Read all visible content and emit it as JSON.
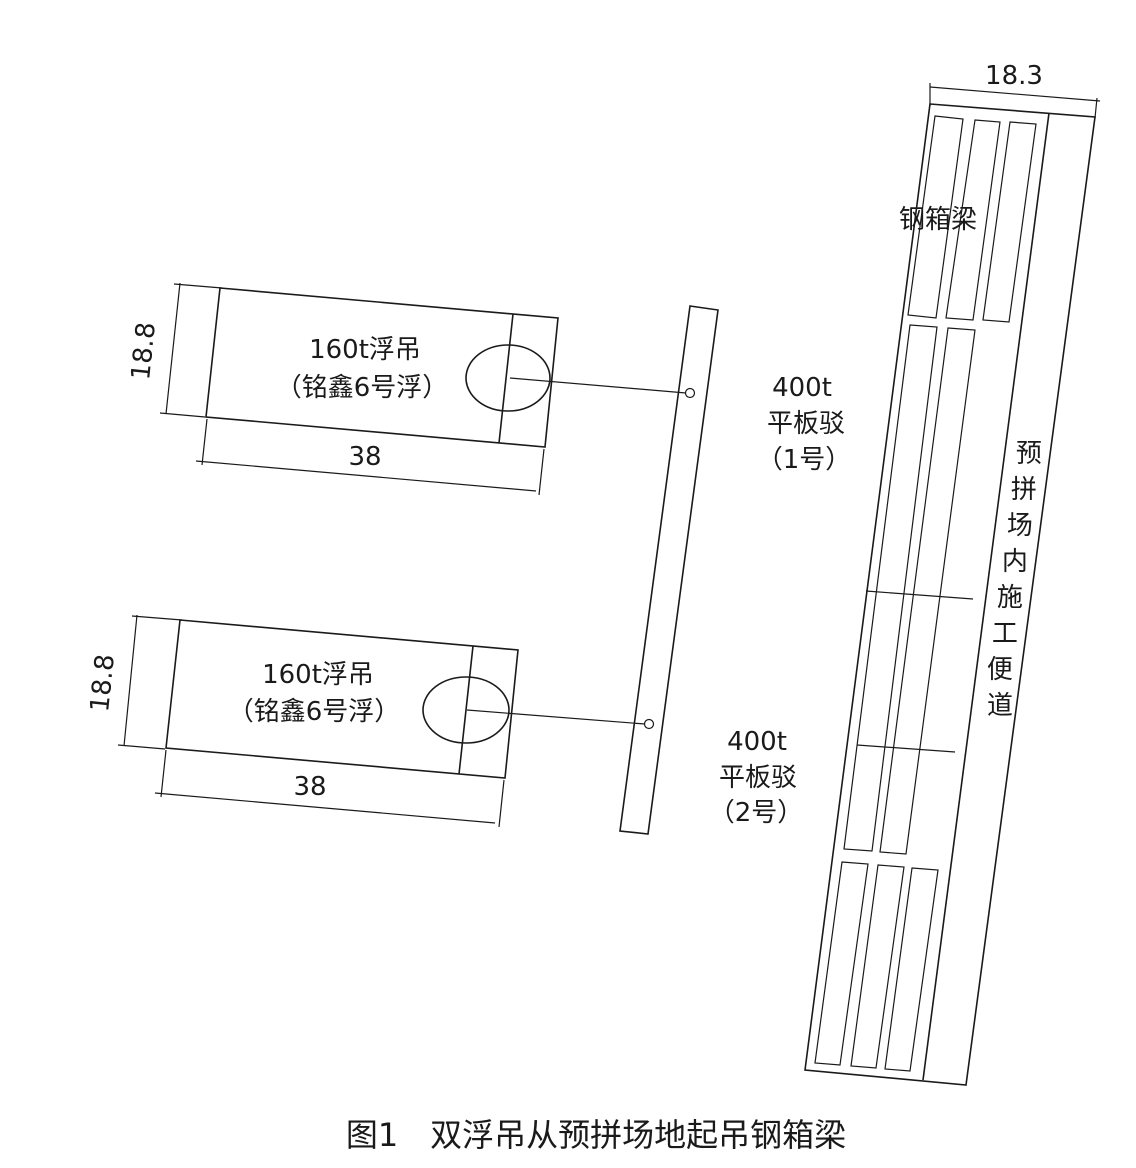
{
  "caption": "图1　双浮吊从预拼场地起吊钢箱梁",
  "crane_top": {
    "line1": "160t浮吊",
    "line2": "（铭鑫6号浮）",
    "width_dim": "18.8",
    "length_dim": "38"
  },
  "crane_bottom": {
    "line1": "160t浮吊",
    "line2": "（铭鑫6号浮）",
    "width_dim": "18.8",
    "length_dim": "38"
  },
  "barge_1": {
    "line1": "400t",
    "line2": "平板驳",
    "line3": "（1号）"
  },
  "barge_2": {
    "line1": "400t",
    "line2": "平板驳",
    "line3": "（2号）"
  },
  "yard": {
    "width_dim": "18.3",
    "beam_label": "钢箱梁",
    "road_label": "预拼场内施工便道"
  }
}
